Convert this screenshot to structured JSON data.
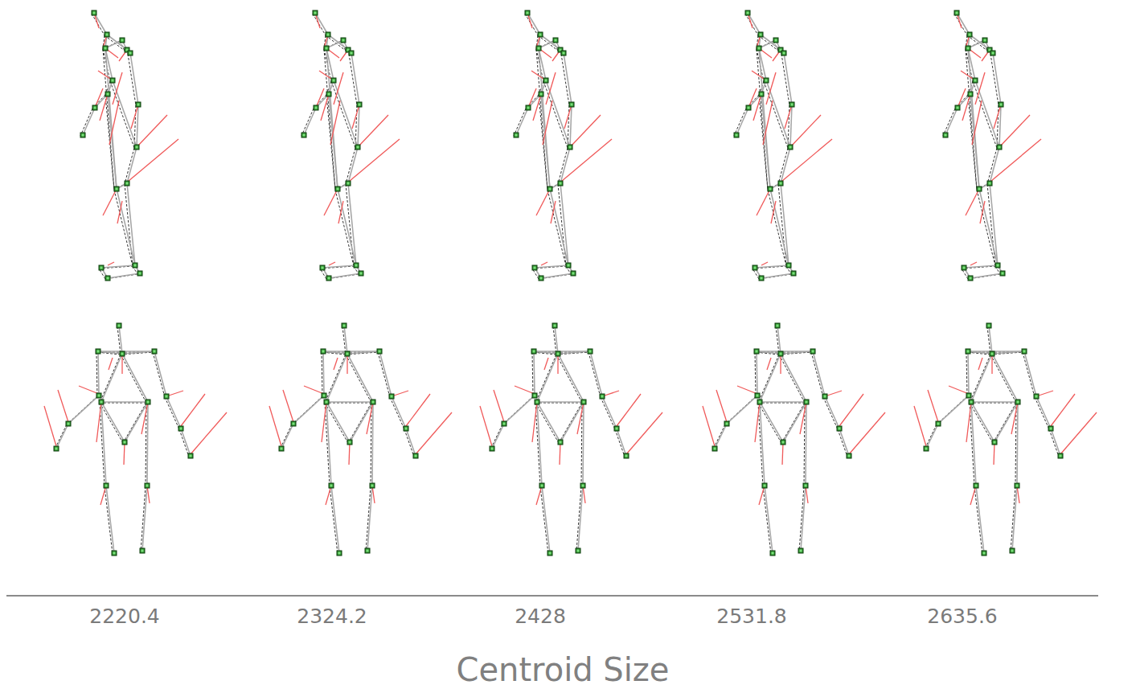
{
  "diagram": {
    "labels": [
      "2220.4",
      "2324.2",
      "2428",
      "2531.8",
      "2635.6",
      "Centroid Size"
    ]
  }
}
